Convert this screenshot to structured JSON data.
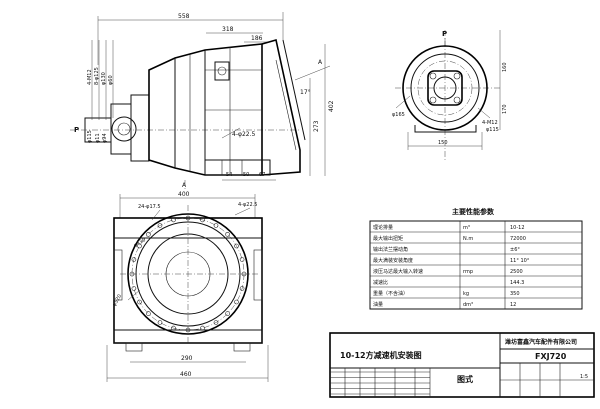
{
  "views": {
    "side": {
      "dims_top": [
        "558",
        "318",
        "186"
      ],
      "dims_left": [
        "4-M12",
        "8-φ125",
        "φ130",
        "φ60",
        "φ115",
        "φ11",
        "φ94"
      ],
      "dims_right": [
        "402",
        "273"
      ],
      "dims_bottom": [
        "54",
        "50",
        "67"
      ],
      "angle": "17°",
      "hole": "4-φ22.5",
      "label_p": "P",
      "label_a_top": "A",
      "label_a_bottom": "A"
    },
    "end": {
      "label_p": "P",
      "dims": [
        "φ165",
        "4-M12",
        "φ115",
        "150",
        "160",
        "170"
      ]
    },
    "plan": {
      "width_top": "400",
      "width_mid": "290",
      "width_bottom": "460",
      "holes_top": "24-φ17.5",
      "holes_side": "4-φ22.5",
      "dia_left": "φ520",
      "dia_ring": "φ430"
    }
  },
  "params": {
    "title": "主要性能参数",
    "rows": [
      {
        "name": "理论排量",
        "unit": "m³",
        "value": "10-12"
      },
      {
        "name": "最大输出扭矩",
        "unit": "N.m",
        "value": "72000"
      },
      {
        "name": "输出法兰摆动角",
        "unit": "",
        "value": "±6°"
      },
      {
        "name": "最大满装安装角度",
        "unit": "",
        "value": "11°  10°"
      },
      {
        "name": "液压马达最大输入转速",
        "unit": "rmp",
        "value": "2500"
      },
      {
        "name": "减速比",
        "unit": "",
        "value": "144.3"
      },
      {
        "name": "重量（不含油）",
        "unit": "kg",
        "value": "350"
      },
      {
        "name": "油量",
        "unit": "dm³",
        "value": "12"
      }
    ]
  },
  "titleblock": {
    "company": "潍坊富鑫汽车配件有限公司",
    "drawing_title": "10-12方减速机安装图",
    "model": "FXJ720",
    "subtitle": "图式",
    "scale": "1:5"
  }
}
